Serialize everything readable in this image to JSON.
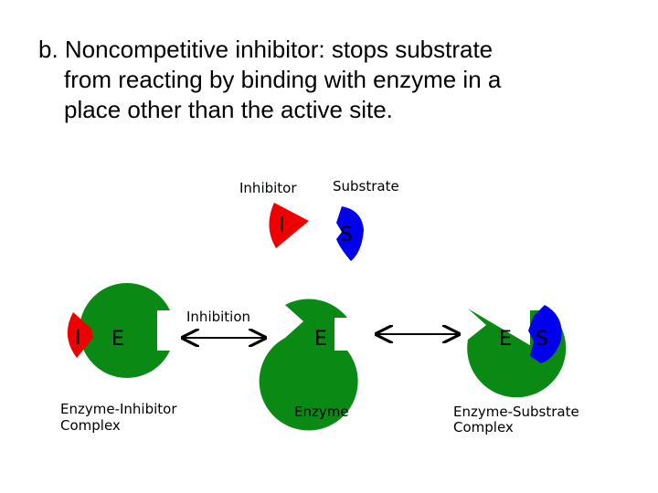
{
  "heading": {
    "line1": "b. Noncompetitive inhibitor: stops substrate",
    "line2": "from reacting by binding with enzyme in a",
    "line3": "place other than the active site."
  },
  "diagram": {
    "inhibitor_label": "Inhibitor",
    "substrate_label": "Substrate",
    "inhibitor_letter": "I",
    "substrate_letter": "S",
    "enzyme_letter": "E",
    "inhibition_label": "Inhibition",
    "enzyme_inhibitor_label_1": "Enzyme-Inhibitor",
    "enzyme_inhibitor_label_2": "Complex",
    "enzyme_label": "Enzyme",
    "enzyme_substrate_label_1": "Enzyme-Substrate",
    "enzyme_substrate_label_2": "Complex",
    "colors": {
      "enzyme": "#0a8a14",
      "inhibitor": "#ee0000",
      "substrate": "#0000ee"
    }
  }
}
